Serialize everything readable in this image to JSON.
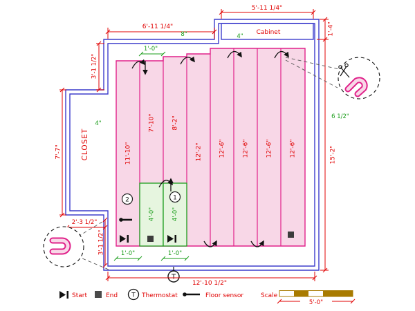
{
  "colors": {
    "wall_blue": "#3d3dcc",
    "pipe_magenta": "#e0218a",
    "pipe_fill_pink": "#f8d7e7",
    "green_zone": "#1e9e1e",
    "green_zone_fill": "#e6f5df",
    "dimension_red": "#e00000",
    "dimension_green": "#189c18",
    "scale_bar_tan": "#a87b00"
  },
  "plan": {
    "closet": "CLOSET",
    "cabinet": "Cabinet"
  },
  "dims": {
    "cabinet_width": "5'-11 1/4\"",
    "top_width": "6'-11 1/4\"",
    "top_step": "8\"",
    "cabinet_height": "1'-4\"",
    "room_height": "15'-2\"",
    "left_upper": "3'-1 1/2\"",
    "closet_height": "7'-7\"",
    "entry_x": "2'-3 1/2\"",
    "entry_y": "3'-1 1/2\"",
    "bottom_width": "12'-10 1/2\"",
    "cabinet_gap": "4\"",
    "closet_gap": "4\"",
    "right_gap": "6 1/2\"",
    "loop_top_offset": "1'-0\"",
    "loop_bottom_offset_1": "1'-0\"",
    "loop_bottom_offset_2": "1'-0\""
  },
  "loops": [
    "11'-10\"",
    "7'-10\"",
    "8'-2\"",
    "12'-2\"",
    "12'-6\"",
    "12'-6\"",
    "12'-6\"",
    "12'-6\""
  ],
  "green_loops": {
    "loop1_num": "1",
    "loop1_len": "4'-0\"",
    "loop2_num": "2",
    "loop2_len": "4'-0\""
  },
  "thermostat": {
    "symbol": "T"
  },
  "legend": {
    "start": "Start",
    "end": "End",
    "thermostat_symbol": "T",
    "thermostat": "Thermostat",
    "floor_sensor": "Floor sensor",
    "scale": "Scale",
    "scale_length": "5'-0\""
  }
}
